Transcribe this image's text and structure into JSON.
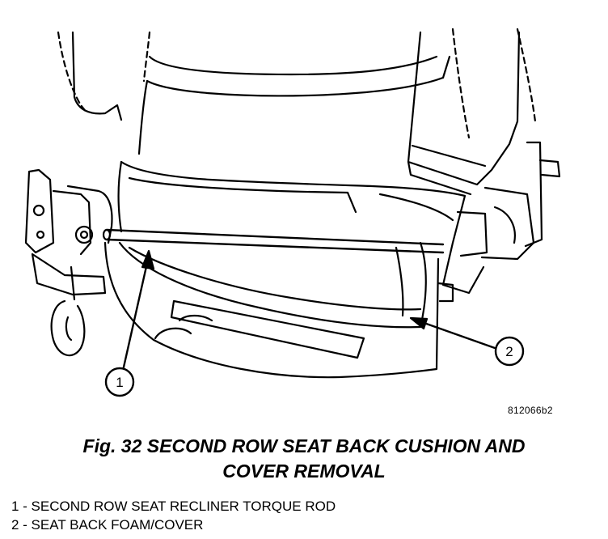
{
  "figure": {
    "code": "812066b2",
    "callouts": [
      {
        "number": "1"
      },
      {
        "number": "2"
      }
    ]
  },
  "caption": {
    "line1": "Fig. 32 SECOND ROW SEAT BACK CUSHION AND",
    "line2": "COVER REMOVAL"
  },
  "legend": {
    "items": [
      {
        "text": "1 - SECOND ROW SEAT RECLINER TORQUE ROD"
      },
      {
        "text": "2 - SEAT BACK FOAM/COVER"
      }
    ]
  },
  "colors": {
    "ink": "#000000",
    "paper": "#ffffff"
  }
}
